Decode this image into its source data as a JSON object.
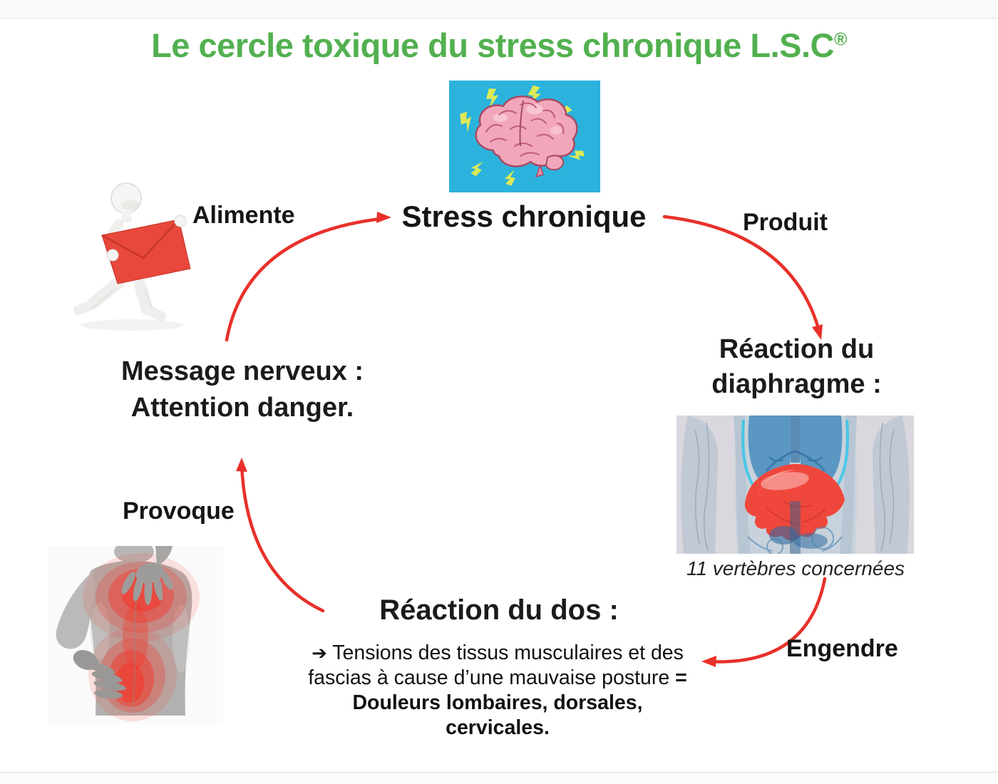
{
  "title": {
    "text": "Le cercle toxique du stress chronique L.S.C",
    "registered_mark": "®"
  },
  "cycle": {
    "stress_label": "Stress chronique",
    "message_line1": "Message nerveux :",
    "message_line2": "Attention danger.",
    "diaphragme_line1": "Réaction du",
    "diaphragme_line2": "diaphragme :",
    "diaphragme_caption": "11 vertèbres concernées",
    "dos_heading": "Réaction du dos :",
    "dos_bullet_glyph": "➔",
    "dos_line1": "Tensions des tissus musculaires et des",
    "dos_line2": "fascias à cause d’une mauvaise posture",
    "dos_equals": "=",
    "dos_line3": "Douleurs lombaires, dorsales,",
    "dos_line4": "cervicales."
  },
  "edges": {
    "alimente": "Alimente",
    "produit": "Produit",
    "engendre": "Engendre",
    "provoque": "Provoque"
  },
  "icons": {
    "brain": "stressed-brain-icon",
    "messenger": "messenger-red-envelope-icon",
    "diaphragm": "diaphragm-anatomy-image",
    "back_pain": "back-pain-image"
  },
  "colors": {
    "title_green": "#52b04f",
    "arrow_red": "#e8312a",
    "brain_bg_cyan": "#2bb3dd",
    "text_black": "#151515"
  }
}
